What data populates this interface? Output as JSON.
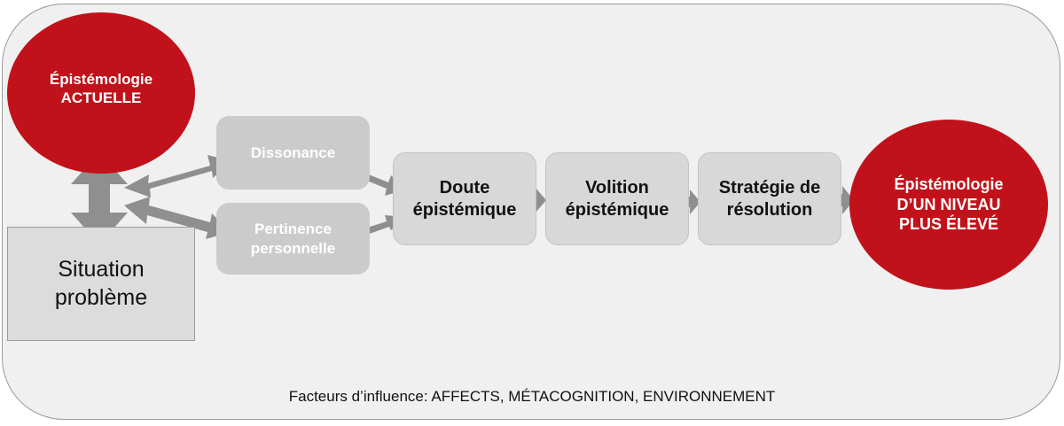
{
  "diagram": {
    "current_epistemology": "Épistémologie\nACTUELLE",
    "situation_problem": "Situation\nproblème",
    "dissonance": "Dissonance",
    "personal_relevance": "Pertinence\npersonnelle",
    "epistemic_doubt": "Doute\népistémique",
    "epistemic_volition": "Volition\népistémique",
    "resolution_strategy": "Stratégie de\nrésolution",
    "higher_epistemology": "Épistémologie\nD’UN NIVEAU\nPLUS ÉLEVÉ",
    "influence_factors": "Facteurs d’influence: AFFECTS, MÉTACOGNITION, ENVIRONNEMENT"
  },
  "colors": {
    "accent_red": "#c1121b",
    "arrow_gray": "#8f8f8f",
    "box_light_gray": "#cbcbcb",
    "box_main_gray": "#d8d8d8",
    "background": "#f0f0f0"
  }
}
